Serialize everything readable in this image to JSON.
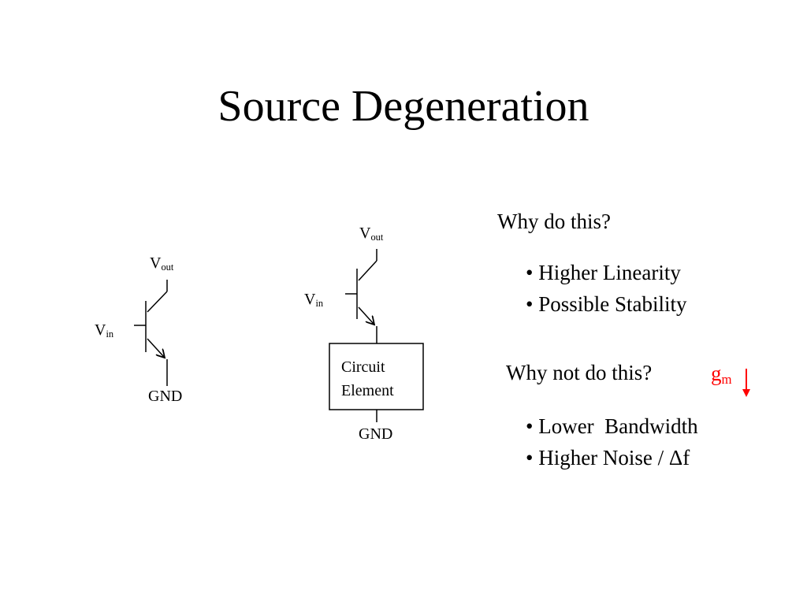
{
  "slide": {
    "title": "Source Degeneration"
  },
  "left_circuit": {
    "vout_main": "V",
    "vout_sub": "out",
    "vin_main": "V",
    "vin_sub": "in",
    "gnd": "GND"
  },
  "right_circuit": {
    "vout_main": "V",
    "vout_sub": "out",
    "vin_main": "V",
    "vin_sub": "in",
    "box_line1": "Circuit",
    "box_line2": "Element",
    "gnd": "GND"
  },
  "why": {
    "heading": "Why do this?",
    "bullets": [
      "• Higher Linearity",
      "• Possible Stability"
    ]
  },
  "why_not": {
    "heading": "Why not do this?",
    "gm_main": "g",
    "gm_sub": "m",
    "bullets": [
      "• Lower  Bandwidth",
      "• Higher Noise / Δf"
    ]
  },
  "colors": {
    "accent": "#ff0000",
    "text": "#000000",
    "background": "#ffffff"
  },
  "icons": {
    "gm_arrow": "down-arrow-icon"
  }
}
